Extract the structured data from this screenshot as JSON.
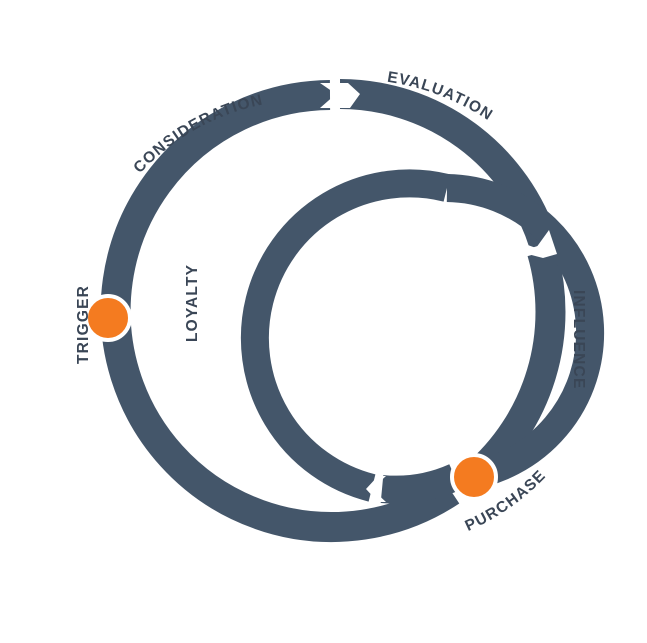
{
  "colors": {
    "ring": "#44566a",
    "accent": "#f47b20",
    "label": "#3a4656",
    "background": "#ffffff"
  },
  "stages": {
    "consideration": "CONSIDERATION",
    "evaluation": "EVALUATION",
    "influence": "INFLUENCE",
    "purchase": "PURCHASE",
    "trigger": "TRIGGER",
    "loyalty": "LOYALTY"
  }
}
